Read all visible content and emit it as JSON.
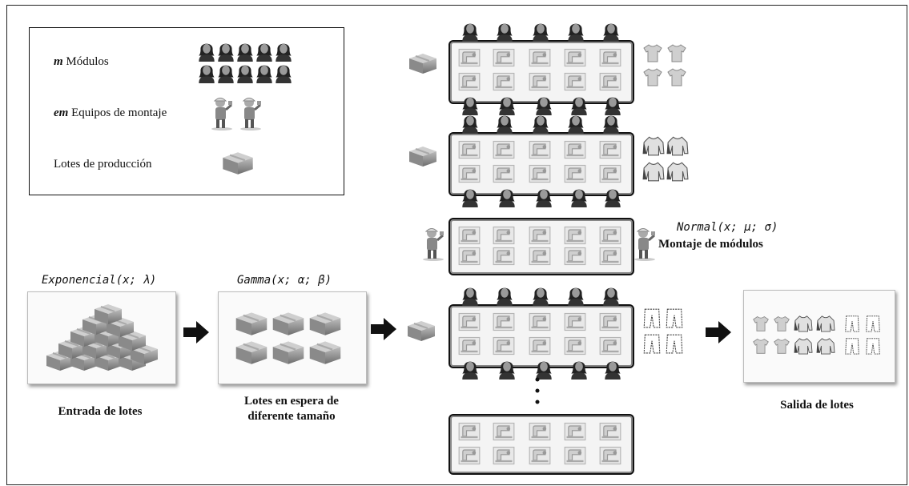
{
  "legend": {
    "modules_var": "m",
    "modules_label": "Módulos",
    "teams_var": "em",
    "teams_label": "Equipos de montaje",
    "lots_label": "Lotes de producción"
  },
  "dist": {
    "arrival": "Exponencial(x; λ)",
    "waiting": "Gamma(x; α; β)",
    "assembly": "Normal(x; μ; σ)"
  },
  "labels": {
    "entry": "Entrada de lotes",
    "waiting_line1": "Lotes en espera de",
    "waiting_line2": "diferente tamaño",
    "assembly": "Montaje de módulos",
    "exit": "Salida de lotes"
  },
  "icons": [
    "woman-operator-icon",
    "sewing-machine-icon",
    "assembly-worker-icon",
    "box-icon",
    "tshirt-icon",
    "longsleeve-icon",
    "pants-icon",
    "arrow-right-icon",
    "ellipsis-dots-icon"
  ]
}
